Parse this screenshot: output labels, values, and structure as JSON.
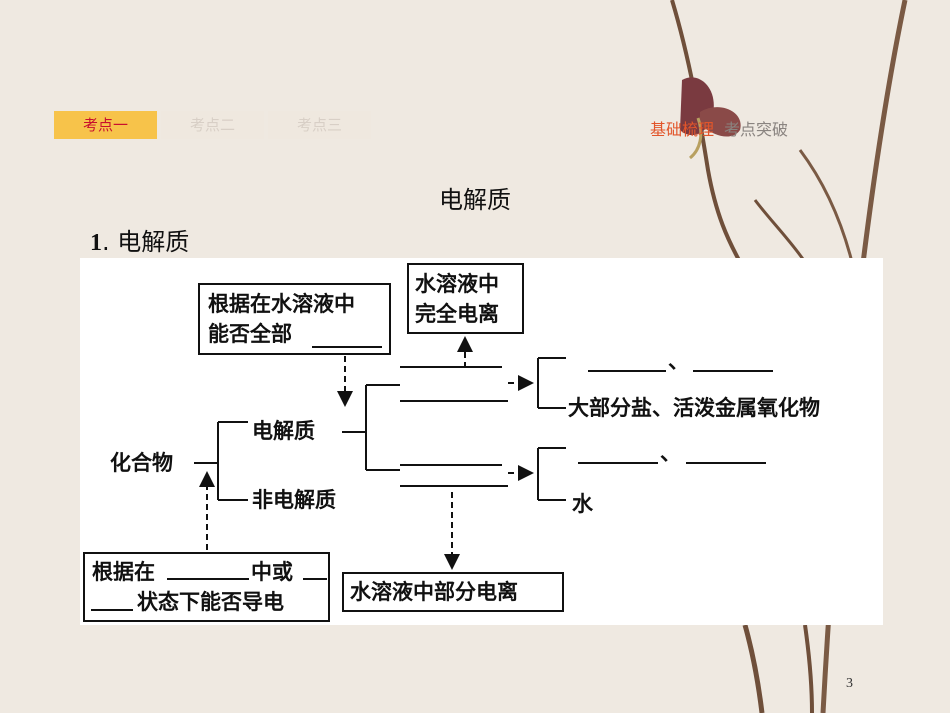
{
  "tabs": [
    {
      "label": "考点一",
      "active": true
    },
    {
      "label": "考点二",
      "active": false
    },
    {
      "label": "考点三",
      "active": false
    }
  ],
  "right_nav": {
    "basic": "基础梳理",
    "breakthrough": "考点突破"
  },
  "title": "电解质",
  "section": {
    "number": "1",
    "label": "电解质"
  },
  "diagram": {
    "box_top_left": {
      "line1": "根据在水溶液中",
      "line2": "能否全部"
    },
    "box_top_right": {
      "line1": "水溶液中",
      "line2": "完全电离"
    },
    "compound": "化合物",
    "electrolyte": "电解质",
    "non_electrolyte": "非电解质",
    "strong_examples": "大部分盐、活泼金属氧化物",
    "comma1": "、",
    "comma2": "、",
    "water": "水",
    "box_bottom_left": {
      "line1_a": "根据在",
      "line1_b": "中或",
      "line2": "状态下能否导电"
    },
    "box_bottom_right": "水溶液中部分电离"
  },
  "page_number": "3",
  "colors": {
    "tab_active_bg": "#f7c34a",
    "tab_active_text": "#c8102e",
    "nav_active": "#e2552a"
  }
}
